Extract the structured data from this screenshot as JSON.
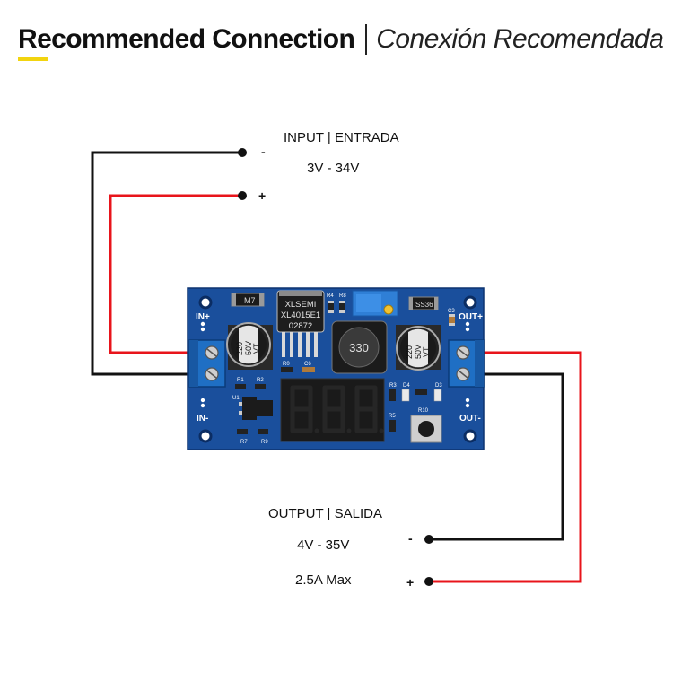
{
  "header": {
    "title_en": "Recommended Connection",
    "title_es": "Conexión Recomendada"
  },
  "input": {
    "label": "INPUT | ENTRADA",
    "voltage": "3V - 34V",
    "neg": "-",
    "pos": "+"
  },
  "output": {
    "label": "OUTPUT | SALIDA",
    "voltage": "4V - 35V",
    "current": "2.5A Max",
    "neg": "-",
    "pos": "+"
  },
  "board": {
    "label_in_pos": "IN+",
    "label_in_neg": "IN-",
    "label_out_pos": "OUT+",
    "label_out_neg": "OUT-",
    "ic_line1": "XLSEMI",
    "ic_line2": "XL4015E1",
    "ic_line3": "02872",
    "inductor": "330",
    "cap_line1": "220",
    "cap_line2": "50V",
    "cap_line3": "VT",
    "diode_m7": "M7",
    "diode_ss36": "SS36",
    "r1": "R1",
    "r2": "R2",
    "r3": "R3",
    "r4": "R4",
    "r5": "R5",
    "r6": "R6",
    "r7": "R7",
    "r8": "R8",
    "r9": "R9",
    "r10": "R10",
    "c3": "C3",
    "c6": "C6",
    "d3": "D3",
    "d4": "D4",
    "u1": "U1"
  },
  "colors": {
    "accent": "#f2d40f",
    "wire_positive": "#e8141b",
    "wire_negative": "#111111",
    "pcb": "#1a4f9c",
    "terminal": "#1f6fc4"
  }
}
